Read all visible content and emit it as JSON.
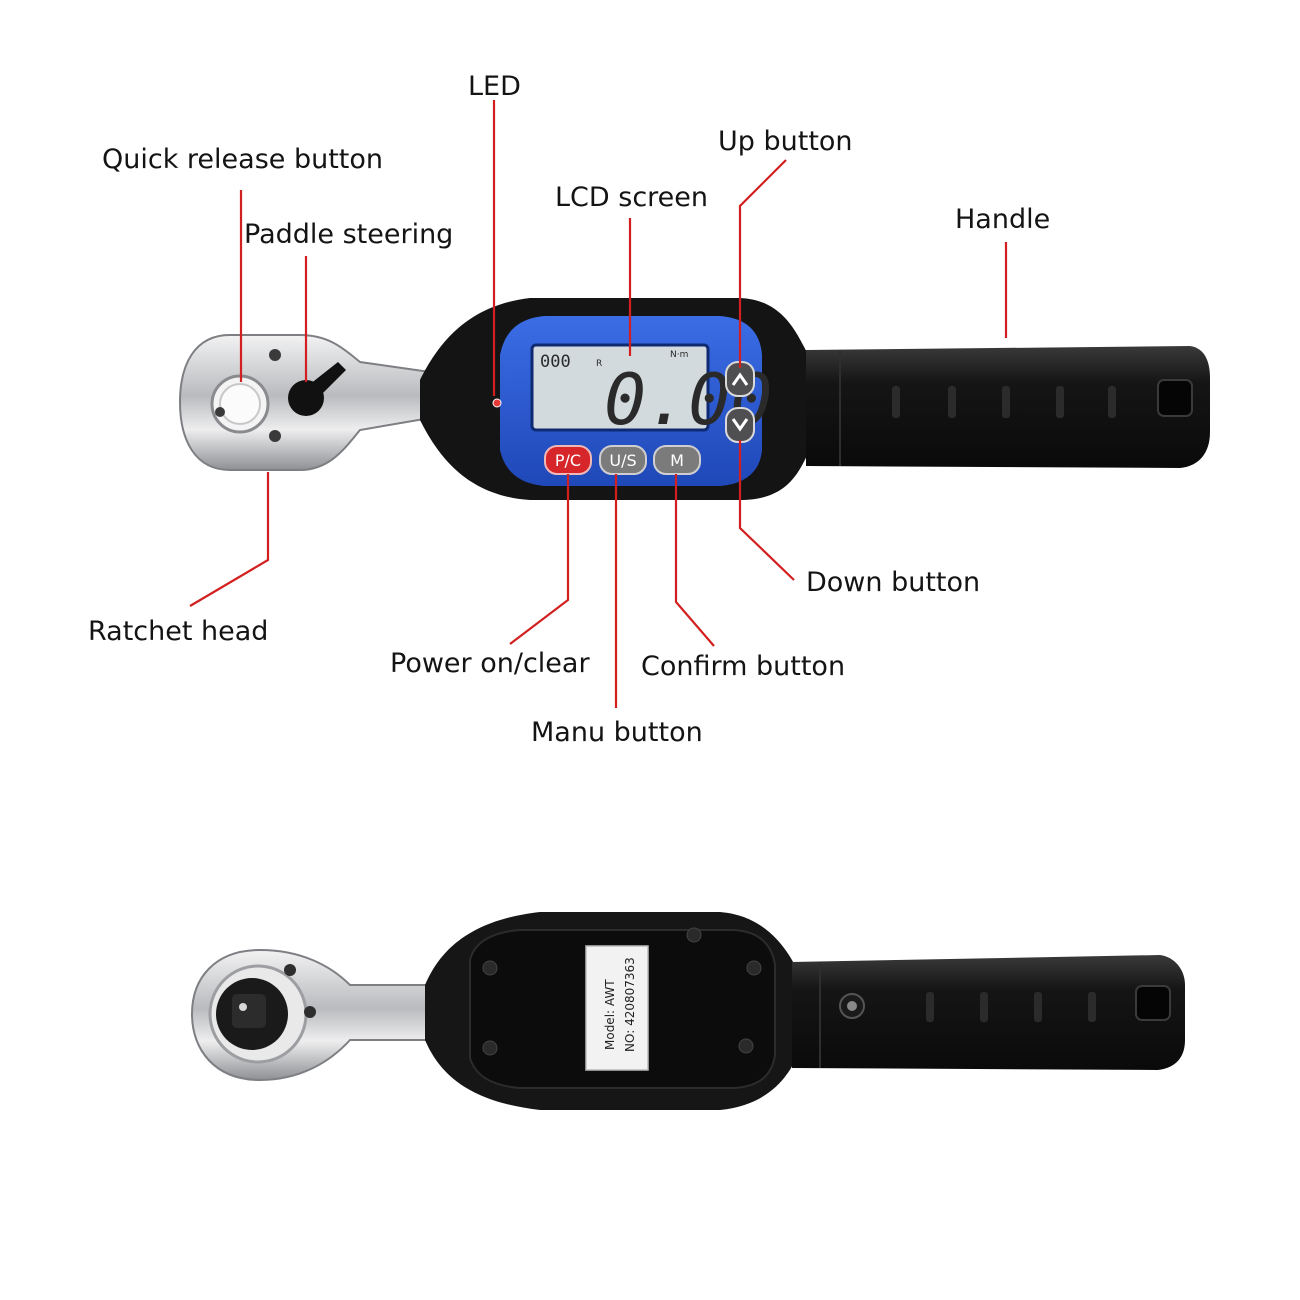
{
  "colors": {
    "leader": "#d21f1f",
    "body": "#1b1b1b",
    "panel_blue": "#2a5bd7",
    "lcd": "#d6dde0",
    "chrome": "#c9cacc",
    "red_button": "#d6262a",
    "gray_button": "#7b7b7b"
  },
  "labels": {
    "led": "LED",
    "quick_release": "Quick release button",
    "paddle": "Paddle steering",
    "lcd_screen": "LCD screen",
    "up_button": "Up button",
    "handle": "Handle",
    "down_button": "Down button",
    "ratchet_head": "Ratchet head",
    "power_clear": "Power on/clear",
    "confirm": "Confirm button",
    "menu": "Manu button"
  },
  "device": {
    "display_value": "0.00",
    "display_small": "000",
    "display_r": "R",
    "display_unit": "N·m",
    "btn_pc": "P/C",
    "btn_us": "U/S",
    "btn_m": "M"
  },
  "back_plate": {
    "model": "Model:  AWT",
    "number": "NO:  420807363"
  },
  "icons": {
    "up": "chevron-up-icon",
    "down": "chevron-down-icon"
  }
}
